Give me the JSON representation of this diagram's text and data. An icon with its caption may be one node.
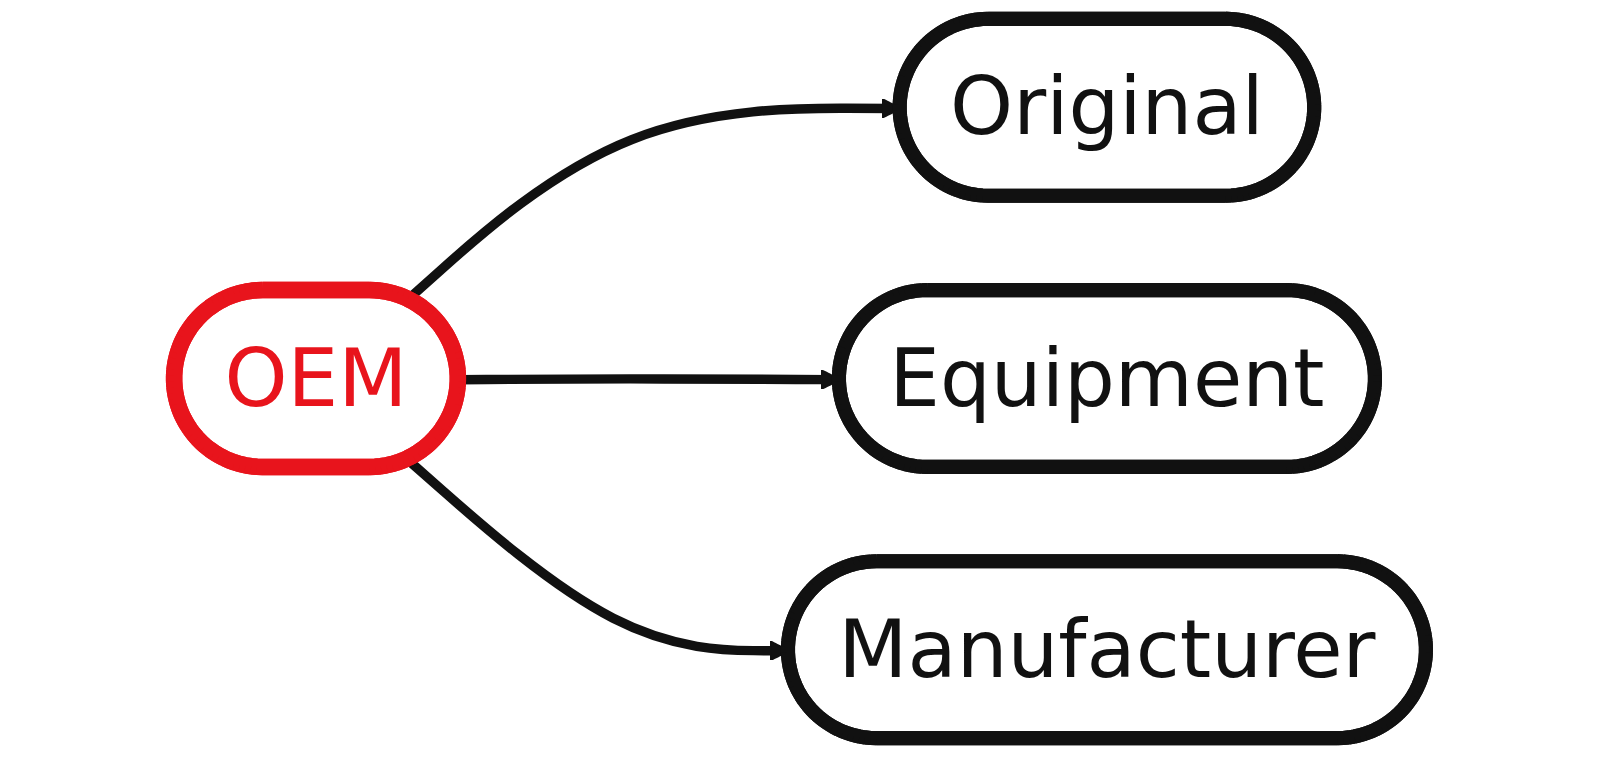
{
  "diagram": {
    "nodes": [
      {
        "text": [
          "OEM"
        ]
      },
      {
        "text": [
          "Original"
        ]
      },
      {
        "text": [
          "Equipment"
        ]
      },
      {
        "text": [
          "Manufacturer"
        ]
      }
    ],
    "edges": [
      {
        "from": 0,
        "to": 1,
        "arrow": "to"
      },
      {
        "from": 0,
        "to": 2,
        "arrow": "to"
      },
      {
        "from": 0,
        "to": 3,
        "arrow": "to"
      }
    ]
  }
}
